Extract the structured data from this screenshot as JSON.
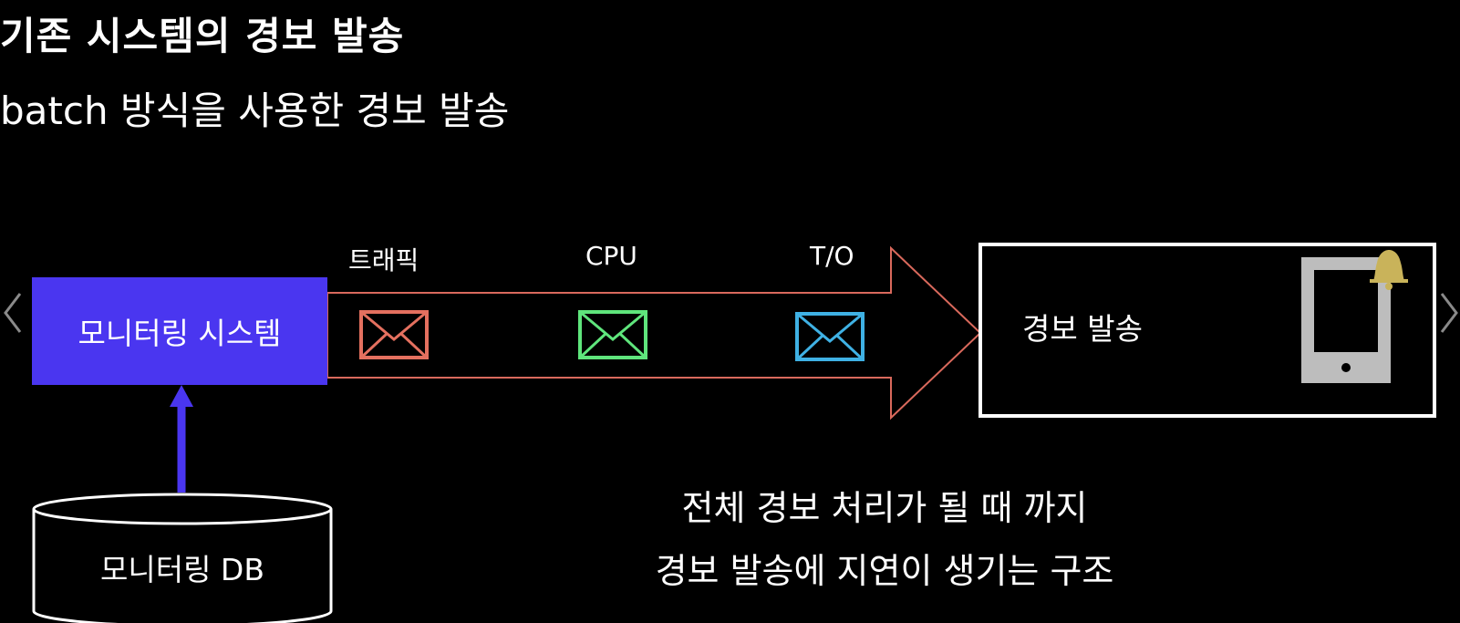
{
  "header": {
    "title": "기존 시스템의 경보 발송",
    "subtitle": "batch 방식을 사용한 경보 발송"
  },
  "diagram": {
    "monitoring_system": "모니터링 시스템",
    "monitoring_db": "모니터링 DB",
    "alert": "경보 발송",
    "messages": [
      {
        "label": "트래픽",
        "color": "#e4705f"
      },
      {
        "label": "CPU",
        "color": "#5fe57c"
      },
      {
        "label": "T/O",
        "color": "#3fb1e4"
      }
    ],
    "colors": {
      "monitoring_box": "#4a36f0",
      "arrow_outline": "#d9695c",
      "db_arrow": "#4a36f0",
      "bell": "#c9b35a",
      "phone": "#bdbdbd"
    }
  },
  "caption": {
    "line1": "전체 경보 처리가 될 때 까지",
    "line2": "경보 발송에 지연이 생기는 구조"
  },
  "nav": {
    "prev_icon": "chevron-left-icon",
    "next_icon": "chevron-right-icon"
  }
}
